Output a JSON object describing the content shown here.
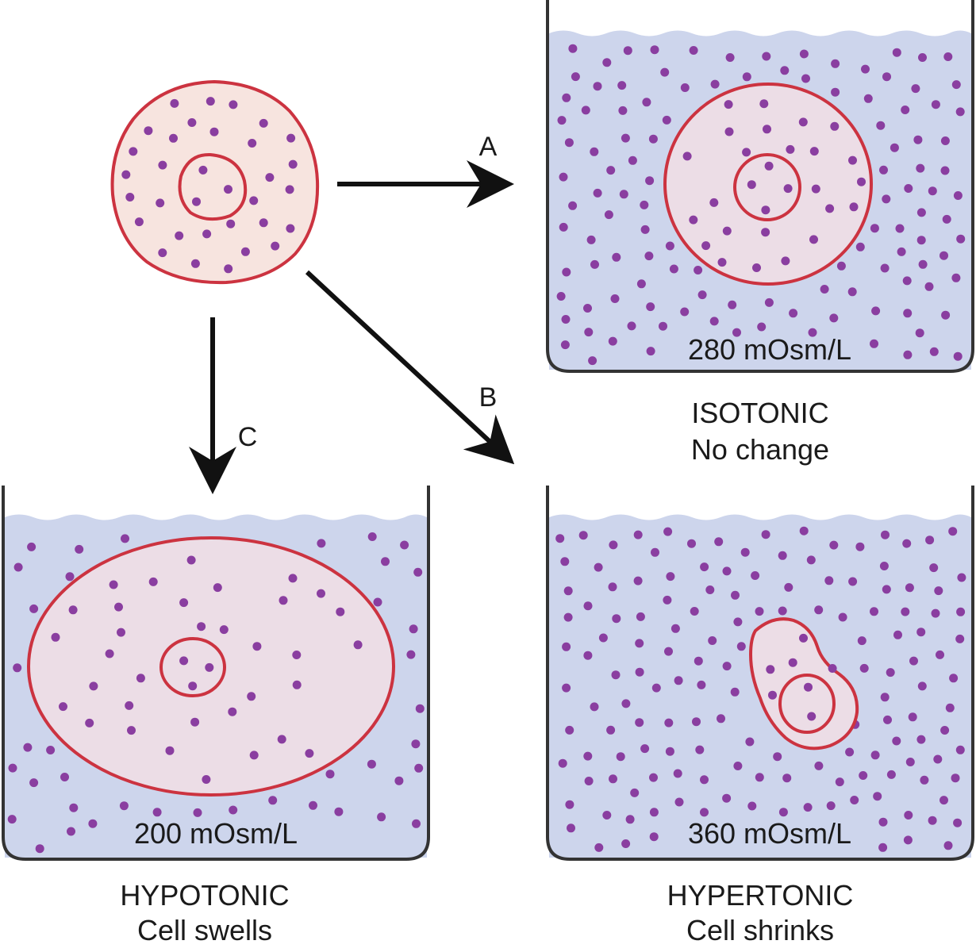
{
  "colors": {
    "solution": "#cdd5ec",
    "cell_fill": "#ecdde6",
    "cell_fill_initial": "#f7e4df",
    "membrane": "#cc3340",
    "particle": "#8a3ea0",
    "beaker": "#333333",
    "arrow": "#111111"
  },
  "arrows": {
    "a_label": "A",
    "b_label": "B",
    "c_label": "C"
  },
  "isotonic": {
    "concentration": "280 mOsm/L",
    "title": "ISOTONIC",
    "effect": "No change"
  },
  "hypotonic": {
    "concentration": "200 mOsm/L",
    "title": "HYPOTONIC",
    "effect": "Cell swells"
  },
  "hypertonic": {
    "concentration": "360 mOsm/L",
    "title": "HYPERTONIC",
    "effect": "Cell shrinks"
  }
}
